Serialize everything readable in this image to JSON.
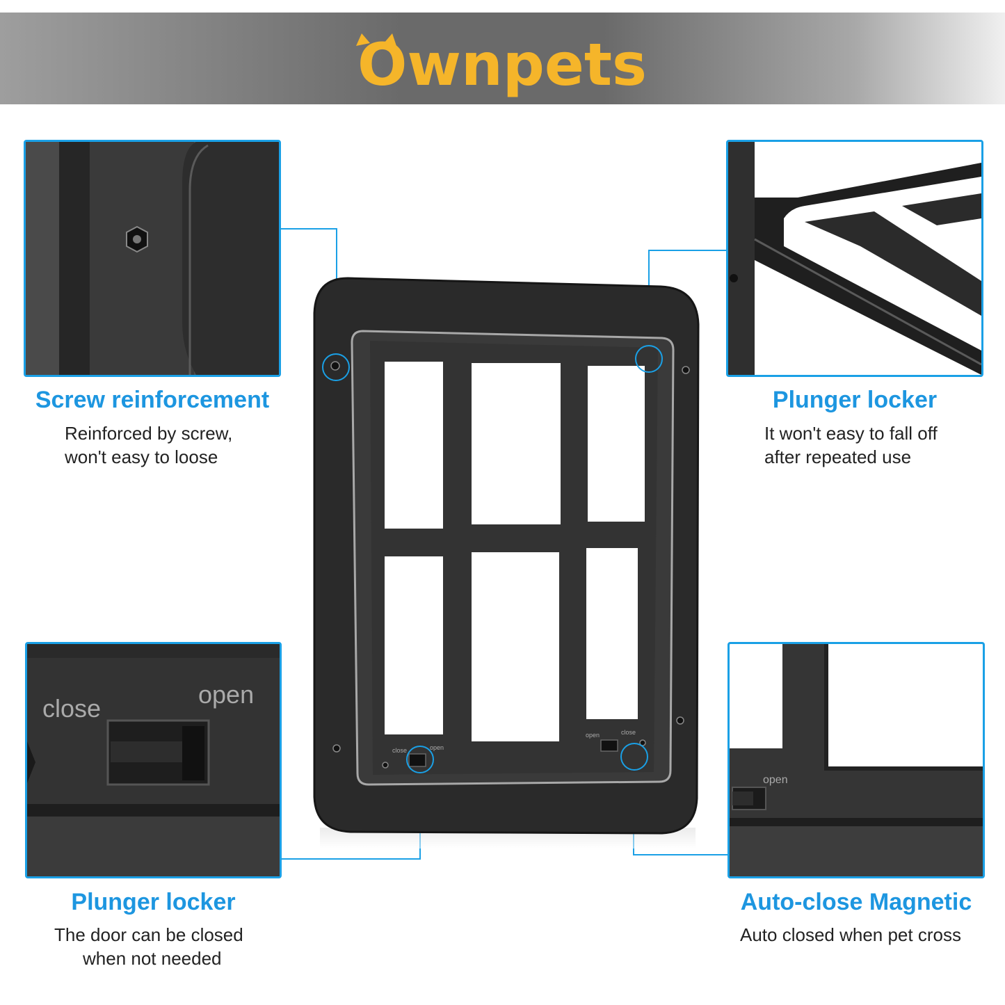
{
  "brand": {
    "name": "Ownpets",
    "color": "#f5b52a"
  },
  "accent_color": "#1aa0e6",
  "features": {
    "top_left": {
      "title": "Screw reinforcement",
      "line1": "Reinforced by screw,",
      "line2": "won't easy to loose"
    },
    "top_right": {
      "title": "Plunger locker",
      "line1": "It won't easy to fall off",
      "line2": "after repeated use"
    },
    "bottom_left": {
      "title": "Plunger locker",
      "line1": "The door can be closed",
      "line2": "when not needed",
      "switch_close": "close",
      "switch_open": "open"
    },
    "bottom_right": {
      "title": "Auto-close Magnetic",
      "line1": "Auto closed when pet cross",
      "switch_open": "open"
    }
  },
  "door": {
    "switch_left_close": "close",
    "switch_left_open": "open",
    "switch_right_open": "open",
    "switch_right_close": "close"
  }
}
